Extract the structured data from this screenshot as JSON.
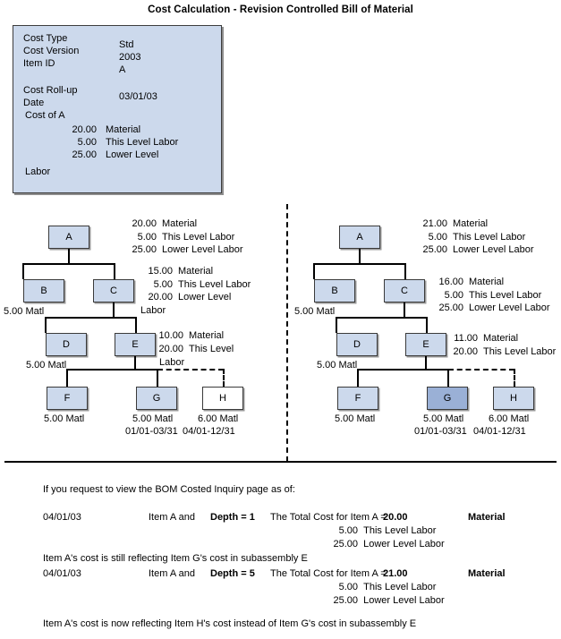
{
  "title": "Cost Calculation - Revision Controlled Bill of Material",
  "colors": {
    "node_fill_light": "#ccd9ec",
    "node_fill_dark": "#9ab0d6",
    "node_fill_white": "#ffffff",
    "node_border": "#3a3a3a",
    "info_box_fill": "#ccd9ec"
  },
  "info_box": {
    "rows": [
      {
        "label": "Cost Type",
        "value": "Std"
      },
      {
        "label": "Cost Version",
        "value": "2003"
      },
      {
        "label": "Item ID",
        "value": "A"
      }
    ],
    "rollup_label": "Cost Roll-up",
    "rollup_label2": "Date",
    "rollup_value": "03/01/03",
    "cost_of_heading": "Cost of A",
    "costs": [
      {
        "amount": "20.00",
        "label": "Material"
      },
      {
        "amount": "5.00",
        "label": "This Level Labor"
      },
      {
        "amount": "25.00",
        "label": "Lower Level"
      }
    ],
    "costs_wrap": "Labor"
  },
  "left_tree": {
    "nodes": [
      {
        "id": "A",
        "label": "A",
        "fill": "light"
      },
      {
        "id": "B",
        "label": "B",
        "fill": "light"
      },
      {
        "id": "C",
        "label": "C",
        "fill": "light"
      },
      {
        "id": "D",
        "label": "D",
        "fill": "light"
      },
      {
        "id": "E",
        "label": "E",
        "fill": "light"
      },
      {
        "id": "F",
        "label": "F",
        "fill": "light"
      },
      {
        "id": "G",
        "label": "G",
        "fill": "light"
      },
      {
        "id": "H",
        "label": "H",
        "fill": "white"
      }
    ],
    "captions": {
      "b": "5.00 Matl",
      "d": "5.00 Matl",
      "f": "5.00 Matl",
      "g": "5.00 Matl",
      "g_dates": "01/01-03/31",
      "h": "6.00 Matl",
      "h_dates": "04/01-12/31"
    },
    "ann_a": [
      {
        "amount": "20.00",
        "label": "Material"
      },
      {
        "amount": "5.00",
        "label": "This Level Labor"
      },
      {
        "amount": "25.00",
        "label": "Lower Level Labor"
      }
    ],
    "ann_c": [
      {
        "amount": "15.00",
        "label": "Material"
      },
      {
        "amount": "5.00",
        "label": "This Level Labor"
      },
      {
        "amount": "20.00",
        "label": "Lower Level"
      }
    ],
    "ann_c_wrap": "Labor",
    "ann_e": [
      {
        "amount": "10.00",
        "label": "Material"
      },
      {
        "amount": "20.00",
        "label": "This Level"
      }
    ],
    "ann_e_wrap": "Labor"
  },
  "right_tree": {
    "nodes": [
      {
        "id": "A",
        "label": "A",
        "fill": "light"
      },
      {
        "id": "B",
        "label": "B",
        "fill": "light"
      },
      {
        "id": "C",
        "label": "C",
        "fill": "light"
      },
      {
        "id": "D",
        "label": "D",
        "fill": "light"
      },
      {
        "id": "E",
        "label": "E",
        "fill": "light"
      },
      {
        "id": "F",
        "label": "F",
        "fill": "light"
      },
      {
        "id": "G",
        "label": "G",
        "fill": "dark"
      },
      {
        "id": "H",
        "label": "H",
        "fill": "light"
      }
    ],
    "captions": {
      "b": "5.00 Matl",
      "d": "5.00 Matl",
      "f": "5.00 Matl",
      "g": "5.00 Matl",
      "g_dates": "01/01-03/31",
      "h": "6.00 Matl",
      "h_dates": "04/01-12/31"
    },
    "ann_a": [
      {
        "amount": "21.00",
        "label": "Material"
      },
      {
        "amount": "5.00",
        "label": "This Level Labor"
      },
      {
        "amount": "25.00",
        "label": "Lower Level Labor"
      }
    ],
    "ann_c": [
      {
        "amount": "16.00",
        "label": "Material"
      },
      {
        "amount": "5.00",
        "label": "This Level Labor"
      },
      {
        "amount": "25.00",
        "label": "Lower Level Labor"
      }
    ],
    "ann_e": [
      {
        "amount": "11.00",
        "label": "Material"
      },
      {
        "amount": "20.00",
        "label": "This Level Labor"
      }
    ]
  },
  "explanation": {
    "intro": "If you request to view the BOM Costed Inquiry page as of:",
    "case1": {
      "date": "04/01/03",
      "item": "Item A and",
      "depth": "Depth = 1",
      "total_prefix": "The Total Cost for Item A =",
      "total_value": "20.00",
      "total_label": "Material",
      "lines": [
        {
          "amount": "5.00",
          "label": "This Level Labor"
        },
        {
          "amount": "25.00",
          "label": "Lower Level Labor"
        }
      ],
      "note": "Item A's cost is still reflecting Item G's cost  in subassembly E"
    },
    "case2": {
      "date": "04/01/03",
      "item": "Item A and",
      "depth": "Depth = 5",
      "total_prefix": "The Total Cost for Item A =",
      "total_value": "21.00",
      "total_label": "Material",
      "lines": [
        {
          "amount": "5.00",
          "label": "This Level Labor"
        },
        {
          "amount": "25.00",
          "label": "Lower Level Labor"
        }
      ],
      "note": "Item A's cost is now reflecting Item H's cost instead of Item G's cost in subassembly  E"
    }
  }
}
